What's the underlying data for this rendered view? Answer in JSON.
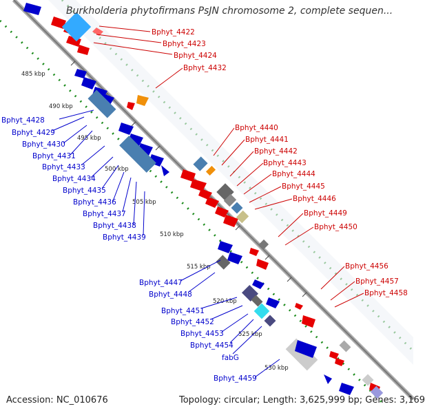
{
  "title": "Burkholderia phytofirmans PsJN chromosome 2, complete sequen...",
  "footer": {
    "accession": "Accession: NC_010676",
    "topology": "Topology: circular; Length: 3,625,999 bp; Genes: 3,169"
  },
  "colors": {
    "forward_label": "#cc0000",
    "reverse_label": "#0000cc",
    "backbone": "#888888",
    "tick_dots": "#1a8a1a"
  },
  "ticks": [
    "485 kbp",
    "490 kbp",
    "495 kbp",
    "500 kbp",
    "505 kbp",
    "510 kbp",
    "515 kbp",
    "520 kbp",
    "525 kbp",
    "530 kbp"
  ],
  "forward_genes": [
    "Bphyt_4422",
    "Bphyt_4423",
    "Bphyt_4424",
    "Bphyt_4432",
    "Bphyt_4440",
    "Bphyt_4441",
    "Bphyt_4442",
    "Bphyt_4443",
    "Bphyt_4444",
    "Bphyt_4445",
    "Bphyt_4446",
    "Bphyt_4449",
    "Bphyt_4450",
    "Bphyt_4456",
    "Bphyt_4457",
    "Bphyt_4458"
  ],
  "reverse_genes": [
    "Bphyt_4428",
    "Bphyt_4429",
    "Bphyt_4430",
    "Bphyt_4431",
    "Bphyt_4433",
    "Bphyt_4434",
    "Bphyt_4435",
    "Bphyt_4436",
    "Bphyt_4437",
    "Bphyt_4438",
    "Bphyt_4439",
    "Bphyt_4447",
    "Bphyt_4448",
    "Bphyt_4451",
    "Bphyt_4452",
    "Bphyt_4453",
    "Bphyt_4454",
    "fabG",
    "Bphyt_4459"
  ]
}
